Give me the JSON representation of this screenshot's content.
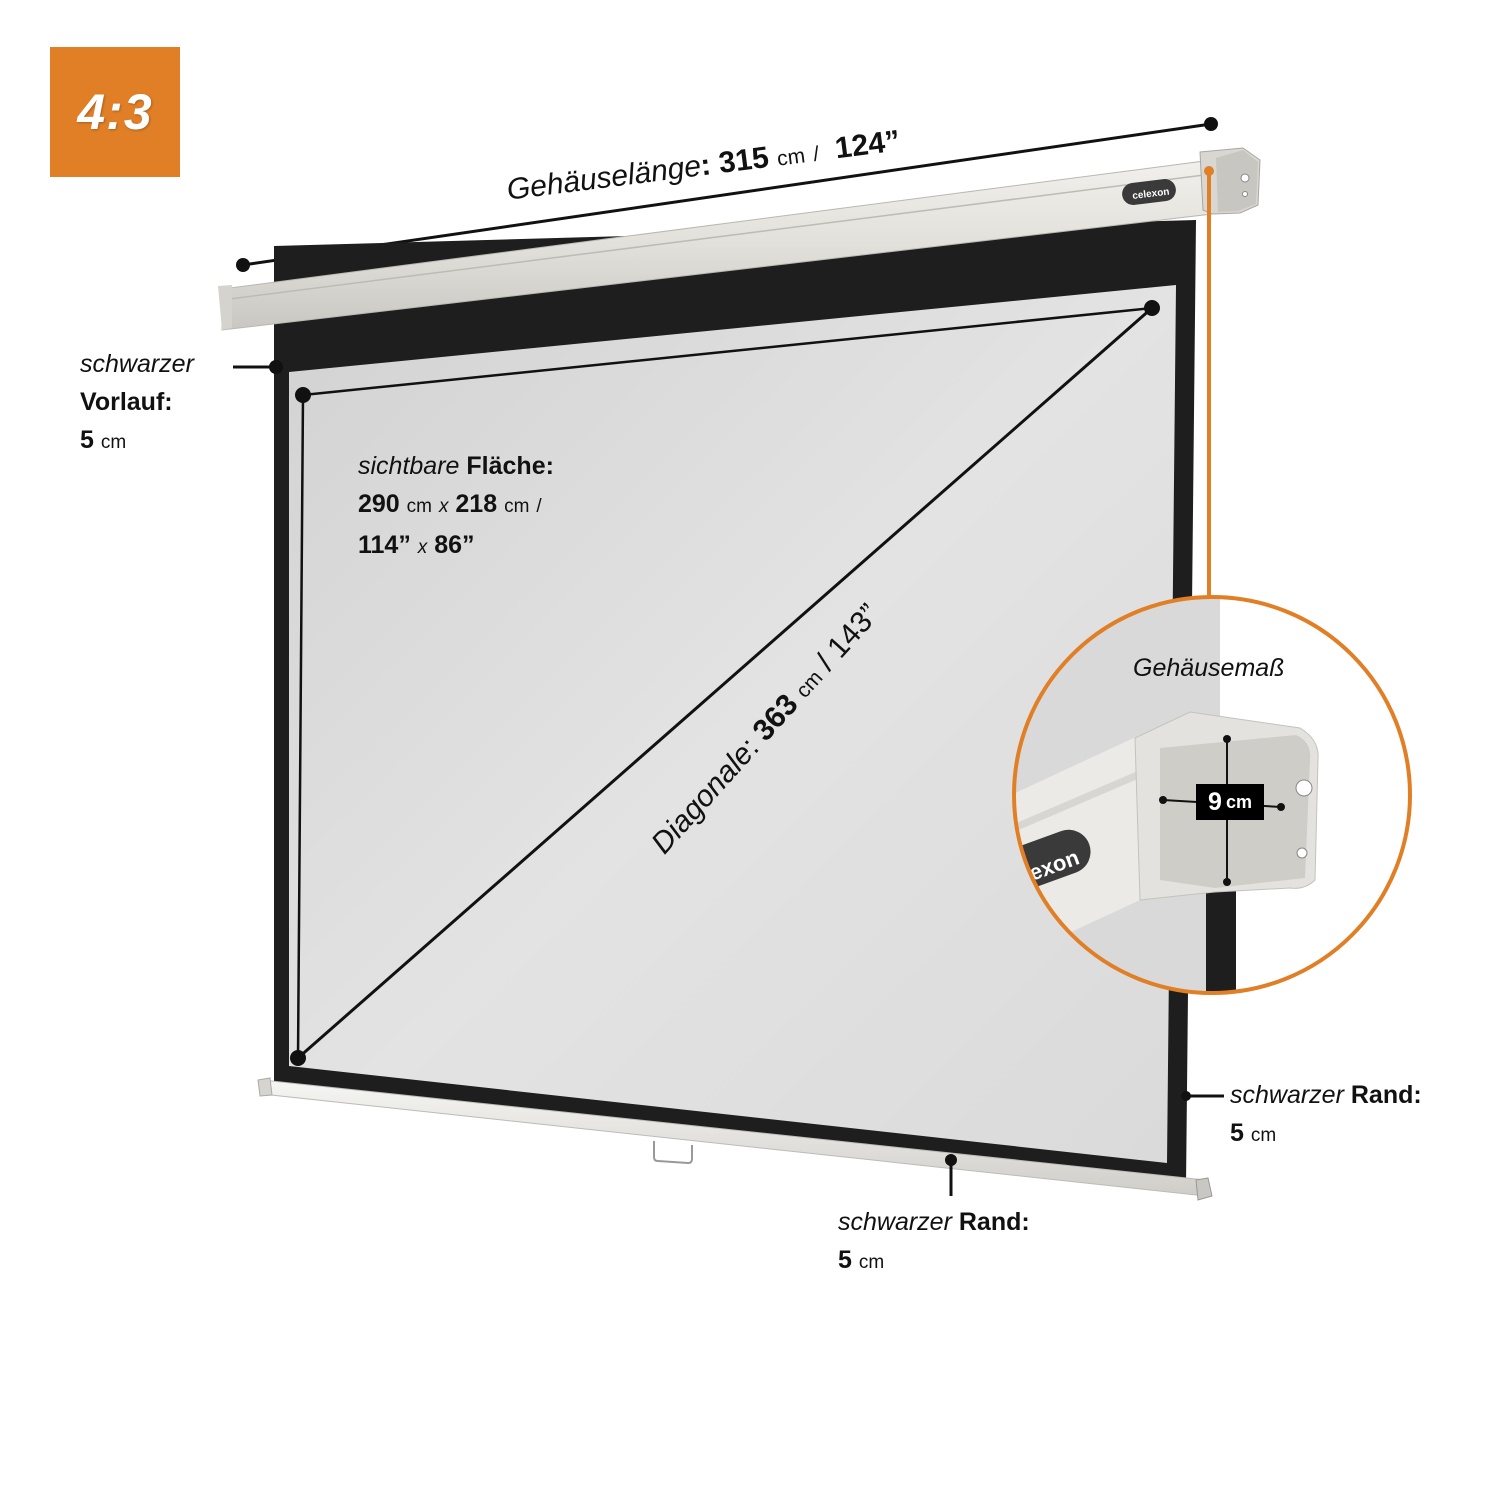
{
  "aspect_badge": {
    "label": "4:3",
    "color": "#e07f26"
  },
  "housing_length": {
    "label": "Gehäuselänge",
    "sep": ":",
    "cm_value": "315",
    "cm_unit": "cm",
    "slash": "/",
    "inch_value": "124”"
  },
  "brand": {
    "logo_text": "celexon",
    "logo_text_zoom": "lexon"
  },
  "black_dropdown": {
    "line1": "schwarzer",
    "line2": "Vorlauf:",
    "value": "5",
    "unit": "cm"
  },
  "visible_area": {
    "label_italic": "sichtbare",
    "label_bold": "Fläche:",
    "width_cm": "290",
    "height_cm": "218",
    "unit_cm": "cm",
    "times": "x",
    "slash": "/",
    "width_in": "114”",
    "height_in": "86”"
  },
  "diagonal": {
    "label": "Diagonale",
    "sep": ":",
    "cm_value": "363",
    "cm_unit": "cm",
    "slash": "/",
    "inch_value": "143”"
  },
  "housing_detail": {
    "title": "Gehäusemaß",
    "value": "9",
    "unit": "cm",
    "ring_color": "#e07f26"
  },
  "black_border_side": {
    "label_italic": "schwarzer",
    "label_bold": "Rand:",
    "value": "5",
    "unit": "cm"
  },
  "black_border_bottom": {
    "label_italic": "schwarzer",
    "label_bold": "Rand:",
    "value": "5",
    "unit": "cm"
  },
  "colors": {
    "accent_orange": "#e07f26",
    "screen_surface": "#dcdcdc",
    "screen_border": "#1e1e1e",
    "housing": "#e6e4df"
  }
}
